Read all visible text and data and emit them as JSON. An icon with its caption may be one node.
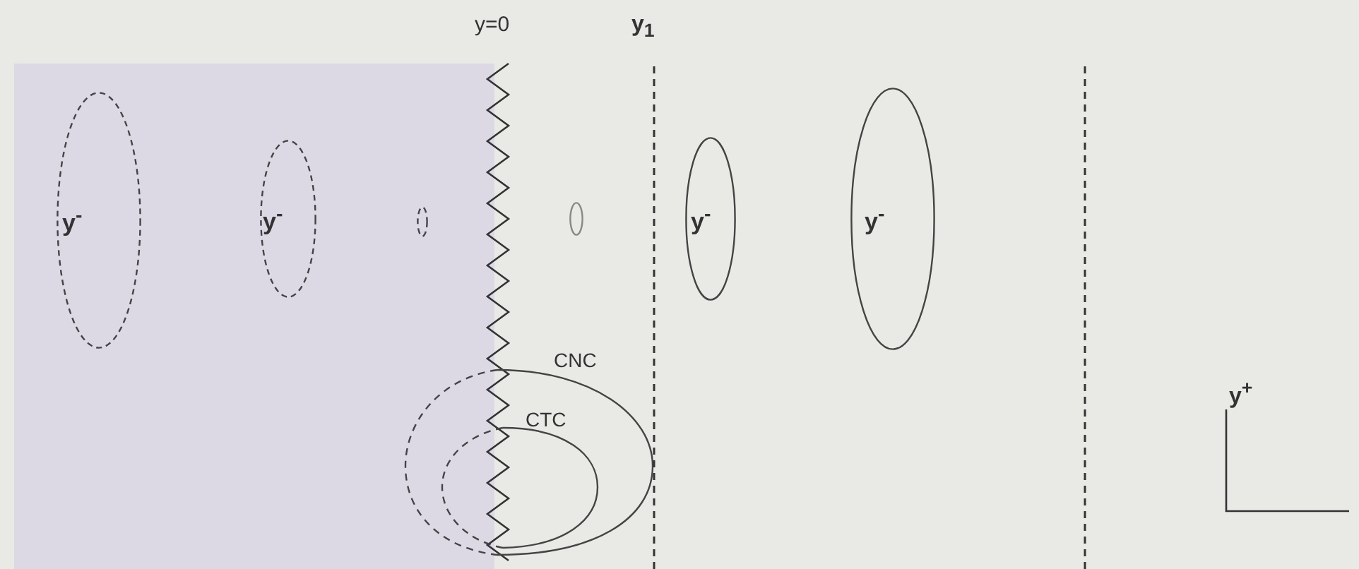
{
  "diagram": {
    "nodes": [
      {
        "text": [
          "y$^{-}$"
        ]
      },
      {
        "text": [
          "y$^{-}$"
        ]
      },
      {
        "text": [],
        "shape": "ellipse"
      },
      {
        "text": [],
        "shape": "ellipse"
      },
      {
        "text": [
          "y$^{-}$"
        ]
      },
      {
        "text": [
          "y$^{-}$"
        ]
      }
    ],
    "labels": [
      "y=0",
      "y$_{1}$",
      "CNC",
      "CTC",
      "y$^{+}$"
    ]
  }
}
